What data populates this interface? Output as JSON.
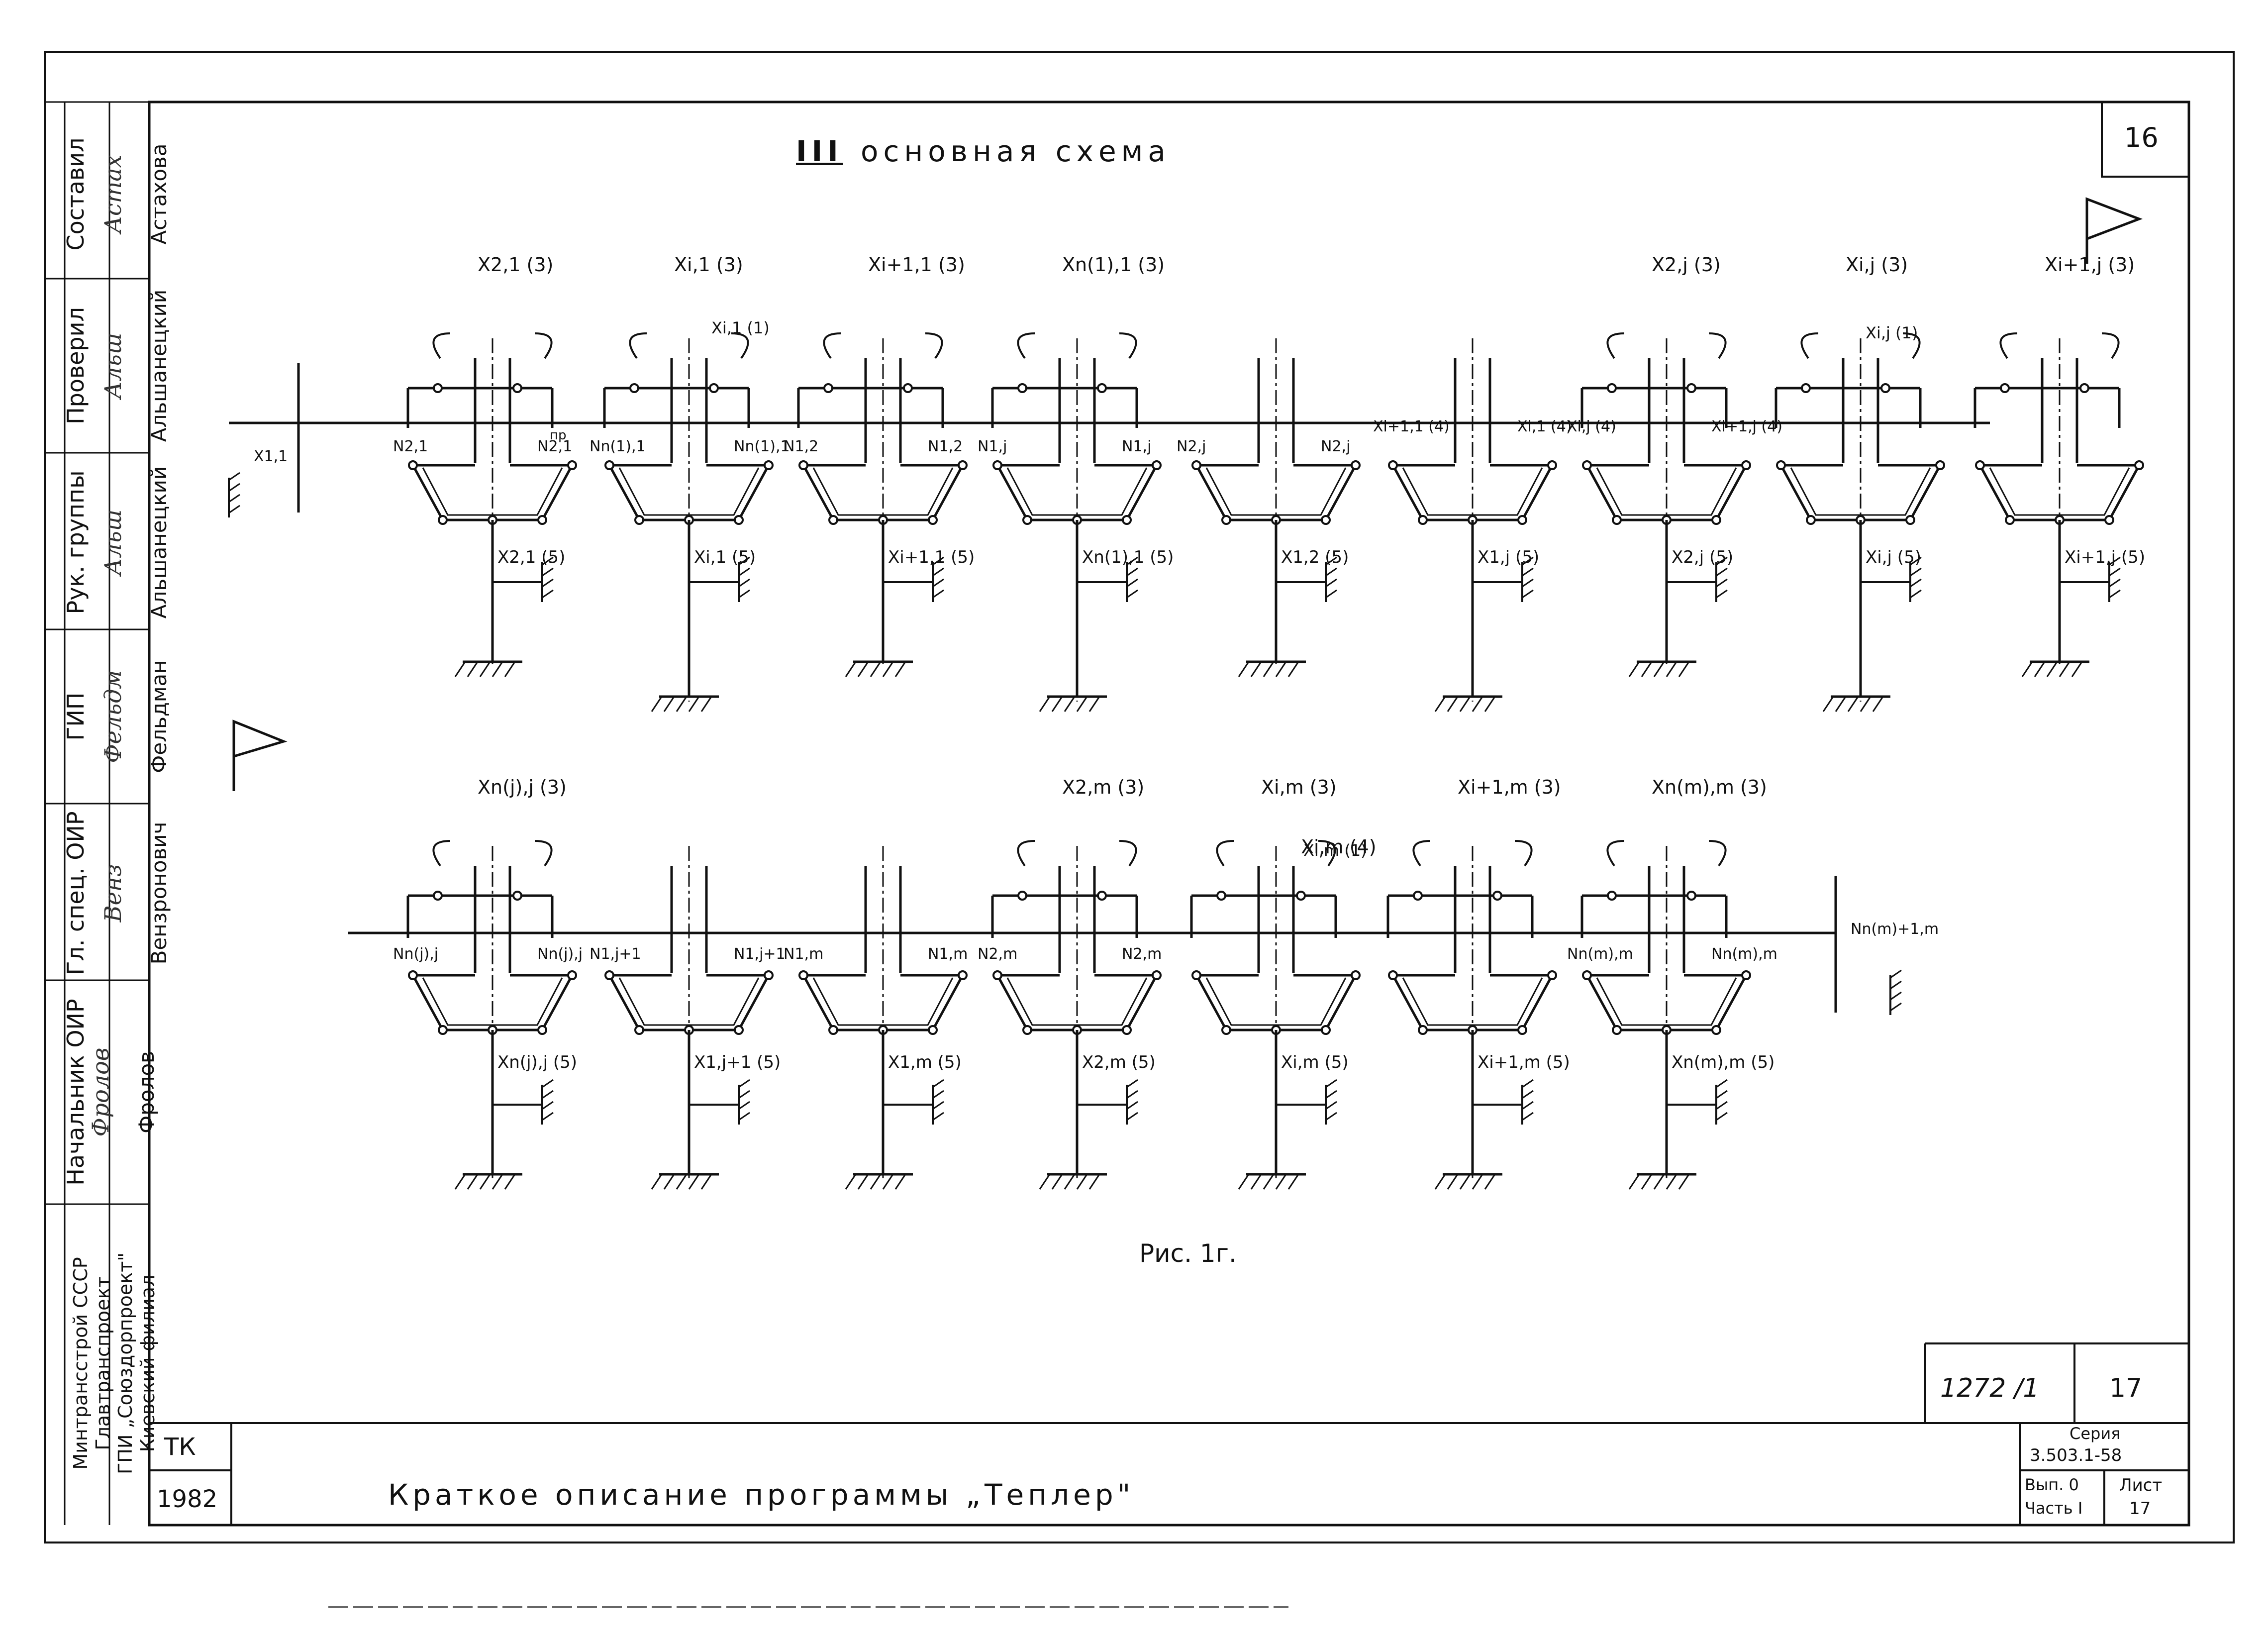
{
  "header": {
    "title": "основная схема",
    "roman": "III",
    "page_number": "16"
  },
  "stamp": [
    {
      "role": "Составил",
      "name": "Астахова",
      "signature": "Астах"
    },
    {
      "role": "Проверил",
      "name": "Альшанецкий",
      "signature": "Альш"
    },
    {
      "role": "Рук. группы",
      "name": "Альшанецкий",
      "signature": "Альш"
    },
    {
      "role": "ГИП",
      "name": "Фельдман",
      "signature": "Фельдм"
    },
    {
      "role": "Гл. спец. ОИР",
      "name": "Вензронович",
      "signature": "Венз"
    },
    {
      "role": "Начальник ОИР",
      "name": "Фролов",
      "signature": "Фролов"
    }
  ],
  "organization": {
    "line1": "Минтрансстрой СССР",
    "line2": "Главтранспроект",
    "line3": "ГПИ „Союздорпроект\"",
    "line4": "Киевский филиал"
  },
  "figure_caption": "Рис. 1г.",
  "top_row_labels": [
    "X2,1 (3)",
    "Xi,1 (3)",
    "Xi+1,1 (3)",
    "Xn(1),1 (3)",
    "X2,j (3)",
    "Xi,j (3)",
    "Xi+1,j (3)"
  ],
  "top_row_bottom_labels": [
    "X2,1 (5)",
    "Xi,1 (5)",
    "Xi+1,1 (5)",
    "Xn(1),1 (5)",
    "X1,2 (5)",
    "X1,j (5)",
    "X2,j (5)",
    "Xi,j (5)",
    "Xi+1,j (5)"
  ],
  "top_row_n_labels": [
    "N2,1",
    "N2,1",
    "Nn(1),1",
    "Nn(1),1",
    "N1,2",
    "N1,2",
    "N1,j",
    "N1,j",
    "N2,j",
    "N2,j",
    "Xi+1,1 (4)",
    "Xi,1 (4)",
    "Xi,j (4)",
    "Xi+1,j (4)"
  ],
  "bottom_row_labels": [
    "Xn(j),j (3)",
    "X2,m (3)",
    "Xi,m (3)",
    "Xi+1,m (3)",
    "Xn(m),m (3)",
    "Xi,m (4)"
  ],
  "bottom_row_bottom_labels": [
    "Xn(j),j (5)",
    "X1,j+1 (5)",
    "X1,m (5)",
    "X2,m (5)",
    "Xi,m (5)",
    "Xi+1,m (5)",
    "Xn(m),m (5)"
  ],
  "bottom_row_n_labels": [
    "Nn(j),j",
    "Nn(j),j",
    "N1,j+1",
    "N1,j+1",
    "N1,m",
    "N1,m",
    "N2,m",
    "N2,m",
    "Nn(m),m",
    "Nn(m),m",
    "Nn(m)+1,m"
  ],
  "misc_labels": [
    "X1,1",
    "Xi,1 (1)",
    "Xi,j (1)",
    "Xi,m (1)",
    "пр"
  ],
  "title_block": {
    "code": "1272 /1",
    "sheet_num": "17",
    "tk": "ТК",
    "year": "1982",
    "description": "Краткое описание программы „Теплер\"",
    "series_label": "Серия",
    "series_value": "3.503.1-58",
    "issue_label": "Вып. 0",
    "part_label": "Часть I",
    "sheet_label": "Лист",
    "sheet_value": "17"
  },
  "colors": {
    "ink": "#111111",
    "paper": "#ffffff"
  }
}
